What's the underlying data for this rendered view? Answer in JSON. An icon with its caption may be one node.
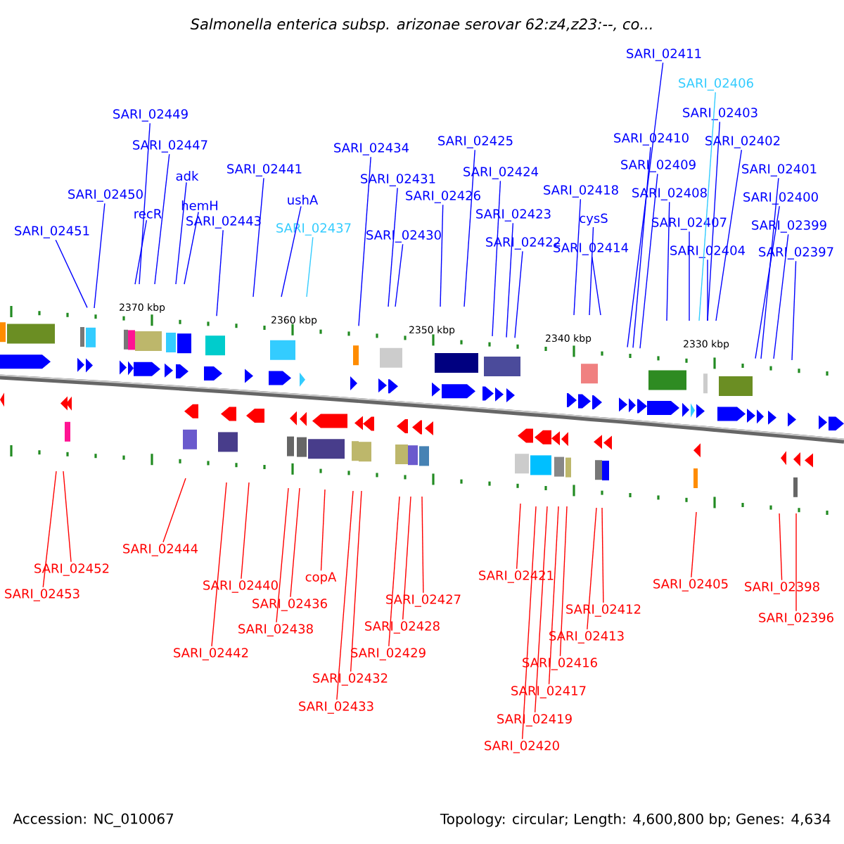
{
  "diagram": {
    "title": "Salmonella enterica subsp. arizonae serovar 62:z4,z23:--, co...",
    "nodes": [
      {
        "text": [
          "SARI_02411"
        ]
      },
      {
        "text": [
          "SARI_02406"
        ]
      },
      {
        "text": [
          "SARI_02449"
        ]
      },
      {
        "text": [
          "SARI_02403"
        ]
      },
      {
        "text": [
          "SARI_02434"
        ]
      },
      {
        "text": [
          "SARI_02447"
        ]
      },
      {
        "text": [
          "SARI_02425"
        ]
      },
      {
        "text": [
          "SARI_02410"
        ]
      },
      {
        "text": [
          "SARI_02402"
        ]
      },
      {
        "text": [
          "SARI_02441"
        ]
      },
      {
        "text": [
          "adk"
        ]
      },
      {
        "text": [
          "SARI_02424"
        ]
      },
      {
        "text": [
          "SARI_02409"
        ]
      },
      {
        "text": [
          "SARI_02401"
        ]
      },
      {
        "text": [
          "SARI_02431"
        ]
      },
      {
        "text": [
          "SARI_02450"
        ]
      },
      {
        "text": [
          "SARI_02426"
        ]
      },
      {
        "text": [
          "SARI_02418"
        ]
      },
      {
        "text": [
          "SARI_02408"
        ]
      },
      {
        "text": [
          "SARI_02400"
        ]
      },
      {
        "text": [
          "ushA"
        ]
      },
      {
        "text": [
          "hemH"
        ]
      },
      {
        "text": [
          "recR"
        ]
      },
      {
        "text": [
          "SARI_02423"
        ]
      },
      {
        "text": [
          "cysS"
        ]
      },
      {
        "text": [
          "SARI_02443"
        ]
      },
      {
        "text": [
          "SARI_02407"
        ]
      },
      {
        "text": [
          "SARI_02399"
        ]
      },
      {
        "text": [
          "SARI_02437"
        ]
      },
      {
        "text": [
          "SARI_02451"
        ]
      },
      {
        "text": [
          "SARI_02430"
        ]
      },
      {
        "text": [
          "SARI_02422"
        ]
      },
      {
        "text": [
          "SARI_02414"
        ]
      },
      {
        "text": [
          "SARI_02404"
        ]
      },
      {
        "text": [
          "SARI_02397"
        ]
      },
      {
        "text": [
          "SARI_02444"
        ]
      },
      {
        "text": [
          "SARI_02452"
        ]
      },
      {
        "text": [
          "SARI_02421"
        ]
      },
      {
        "text": [
          "copA"
        ]
      },
      {
        "text": [
          "SARI_02405"
        ]
      },
      {
        "text": [
          "SARI_02440"
        ]
      },
      {
        "text": [
          "SARI_02398"
        ]
      },
      {
        "text": [
          "SARI_02453"
        ]
      },
      {
        "text": [
          "SARI_02427"
        ]
      },
      {
        "text": [
          "SARI_02436"
        ]
      },
      {
        "text": [
          "SARI_02412"
        ]
      },
      {
        "text": [
          "SARI_02396"
        ]
      },
      {
        "text": [
          "SARI_02428"
        ]
      },
      {
        "text": [
          "SARI_02438"
        ]
      },
      {
        "text": [
          "SARI_02413"
        ]
      },
      {
        "text": [
          "SARI_02442"
        ]
      },
      {
        "text": [
          "SARI_02429"
        ]
      },
      {
        "text": [
          "SARI_02416"
        ]
      },
      {
        "text": [
          "SARI_02432"
        ]
      },
      {
        "text": [
          "SARI_02417"
        ]
      },
      {
        "text": [
          "SARI_02433"
        ]
      },
      {
        "text": [
          "SARI_02419"
        ]
      },
      {
        "text": [
          "SARI_02420"
        ]
      }
    ],
    "edges": [
      {
        "from": 0,
        "to": null,
        "arrow": "none"
      },
      {
        "from": 1,
        "to": null,
        "arrow": "none",
        "color": "#33ccff"
      },
      {
        "from": 2,
        "to": null,
        "arrow": "none"
      },
      {
        "from": 3,
        "to": null,
        "arrow": "none"
      },
      {
        "from": 4,
        "to": null,
        "arrow": "none"
      },
      {
        "from": 5,
        "to": null,
        "arrow": "none"
      },
      {
        "from": 6,
        "to": null,
        "arrow": "none"
      },
      {
        "from": 7,
        "to": null,
        "arrow": "none"
      },
      {
        "from": 8,
        "to": null,
        "arrow": "none"
      },
      {
        "from": 9,
        "to": null,
        "arrow": "none"
      },
      {
        "from": 10,
        "to": null,
        "arrow": "none"
      },
      {
        "from": 11,
        "to": null,
        "arrow": "none"
      },
      {
        "from": 12,
        "to": null,
        "arrow": "none"
      },
      {
        "from": 13,
        "to": null,
        "arrow": "none"
      },
      {
        "from": 14,
        "to": null,
        "arrow": "none"
      },
      {
        "from": 15,
        "to": null,
        "arrow": "none"
      },
      {
        "from": 16,
        "to": null,
        "arrow": "none"
      },
      {
        "from": 17,
        "to": null,
        "arrow": "none"
      },
      {
        "from": 18,
        "to": null,
        "arrow": "none"
      },
      {
        "from": 19,
        "to": null,
        "arrow": "none"
      },
      {
        "from": 20,
        "to": null,
        "arrow": "none"
      },
      {
        "from": 21,
        "to": null,
        "arrow": "none"
      },
      {
        "from": 22,
        "to": null,
        "arrow": "none"
      },
      {
        "from": 23,
        "to": null,
        "arrow": "none"
      },
      {
        "from": 24,
        "to": null,
        "arrow": "none"
      },
      {
        "from": 25,
        "to": null,
        "arrow": "none"
      },
      {
        "from": 26,
        "to": null,
        "arrow": "none"
      },
      {
        "from": 27,
        "to": null,
        "arrow": "none"
      },
      {
        "from": 28,
        "to": null,
        "arrow": "none",
        "color": "#33ccff"
      },
      {
        "from": 29,
        "to": null,
        "arrow": "none"
      },
      {
        "from": 30,
        "to": null,
        "arrow": "none"
      },
      {
        "from": 31,
        "to": null,
        "arrow": "none"
      },
      {
        "from": 32,
        "to": null,
        "arrow": "none"
      },
      {
        "from": 33,
        "to": null,
        "arrow": "none"
      },
      {
        "from": 34,
        "to": null,
        "arrow": "none"
      },
      {
        "from": 35,
        "to": null,
        "arrow": "none",
        "color": "#ff0000"
      },
      {
        "from": 36,
        "to": null,
        "arrow": "none",
        "color": "#ff0000"
      },
      {
        "from": 37,
        "to": null,
        "arrow": "none",
        "color": "#ff0000"
      },
      {
        "from": 38,
        "to": null,
        "arrow": "none",
        "color": "#ff0000"
      },
      {
        "from": 39,
        "to": null,
        "arrow": "none",
        "color": "#ff0000"
      },
      {
        "from": 40,
        "to": null,
        "arrow": "none",
        "color": "#ff0000"
      },
      {
        "from": 41,
        "to": null,
        "arrow": "none",
        "color": "#ff0000"
      },
      {
        "from": 42,
        "to": null,
        "arrow": "none",
        "color": "#ff0000"
      },
      {
        "from": 43,
        "to": null,
        "arrow": "none",
        "color": "#ff0000"
      },
      {
        "from": 44,
        "to": null,
        "arrow": "none",
        "color": "#ff0000"
      },
      {
        "from": 45,
        "to": null,
        "arrow": "none",
        "color": "#ff0000"
      },
      {
        "from": 46,
        "to": null,
        "arrow": "none",
        "color": "#ff0000"
      },
      {
        "from": 47,
        "to": null,
        "arrow": "none",
        "color": "#ff0000"
      },
      {
        "from": 48,
        "to": null,
        "arrow": "none",
        "color": "#ff0000"
      },
      {
        "from": 49,
        "to": null,
        "arrow": "none",
        "color": "#ff0000"
      },
      {
        "from": 50,
        "to": null,
        "arrow": "none",
        "color": "#ff0000"
      },
      {
        "from": 51,
        "to": null,
        "arrow": "none",
        "color": "#ff0000"
      },
      {
        "from": 52,
        "to": null,
        "arrow": "none",
        "color": "#ff0000"
      },
      {
        "from": 53,
        "to": null,
        "arrow": "none",
        "color": "#ff0000"
      },
      {
        "from": 54,
        "to": null,
        "arrow": "none",
        "color": "#ff0000"
      },
      {
        "from": 55,
        "to": null,
        "arrow": "none",
        "color": "#ff0000"
      },
      {
        "from": 56,
        "to": null,
        "arrow": "none",
        "color": "#ff0000"
      },
      {
        "from": 57,
        "to": null,
        "arrow": "none",
        "color": "#ff0000"
      }
    ],
    "labels": [
      "2370 kbp",
      "2360 kbp",
      "2350 kbp",
      "2340 kbp",
      "2330 kbp",
      "Accession: NC_010067",
      "Topology: circular; Length: 4,600,800 bp; Genes: 4,634"
    ]
  }
}
